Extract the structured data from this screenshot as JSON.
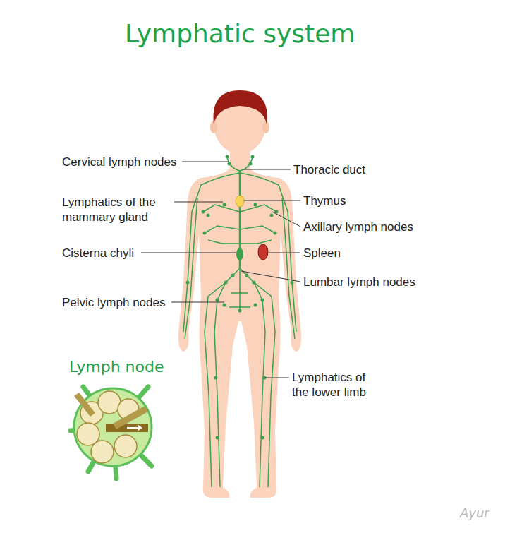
{
  "diagram": {
    "title": "Lymphatic system",
    "labels": [
      "Cervical lymph nodes",
      "Lymphatics of the mammary gland",
      "Cisterna chyli",
      "Pelvic lymph nodes",
      "Thoracic duct",
      "Thymus",
      "Axillary lymph nodes",
      "Spleen",
      "Lumbar lymph nodes",
      "Lymphatics of the lower limb",
      "Lymph node",
      "Ayur"
    ]
  }
}
